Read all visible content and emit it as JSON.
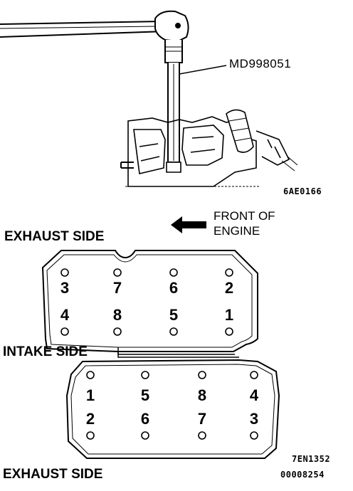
{
  "tool_callout": "MD998051",
  "figure_codes": {
    "top": "6AE0166",
    "bottom_1": "7EN1352",
    "bottom_2": "00008254"
  },
  "direction": {
    "arrow_icon": "left-arrow-icon",
    "line1": "FRONT OF",
    "line2": "ENGINE"
  },
  "labels": {
    "exhaust_top": "EXHAUST SIDE",
    "intake": "INTAKE SIDE",
    "exhaust_bottom": "EXHAUST SIDE"
  },
  "head_upper": {
    "top_row": [
      "3",
      "7",
      "6",
      "2"
    ],
    "bottom_row": [
      "4",
      "8",
      "5",
      "1"
    ]
  },
  "head_lower": {
    "top_row": [
      "1",
      "5",
      "8",
      "4"
    ],
    "bottom_row": [
      "2",
      "6",
      "7",
      "3"
    ]
  }
}
